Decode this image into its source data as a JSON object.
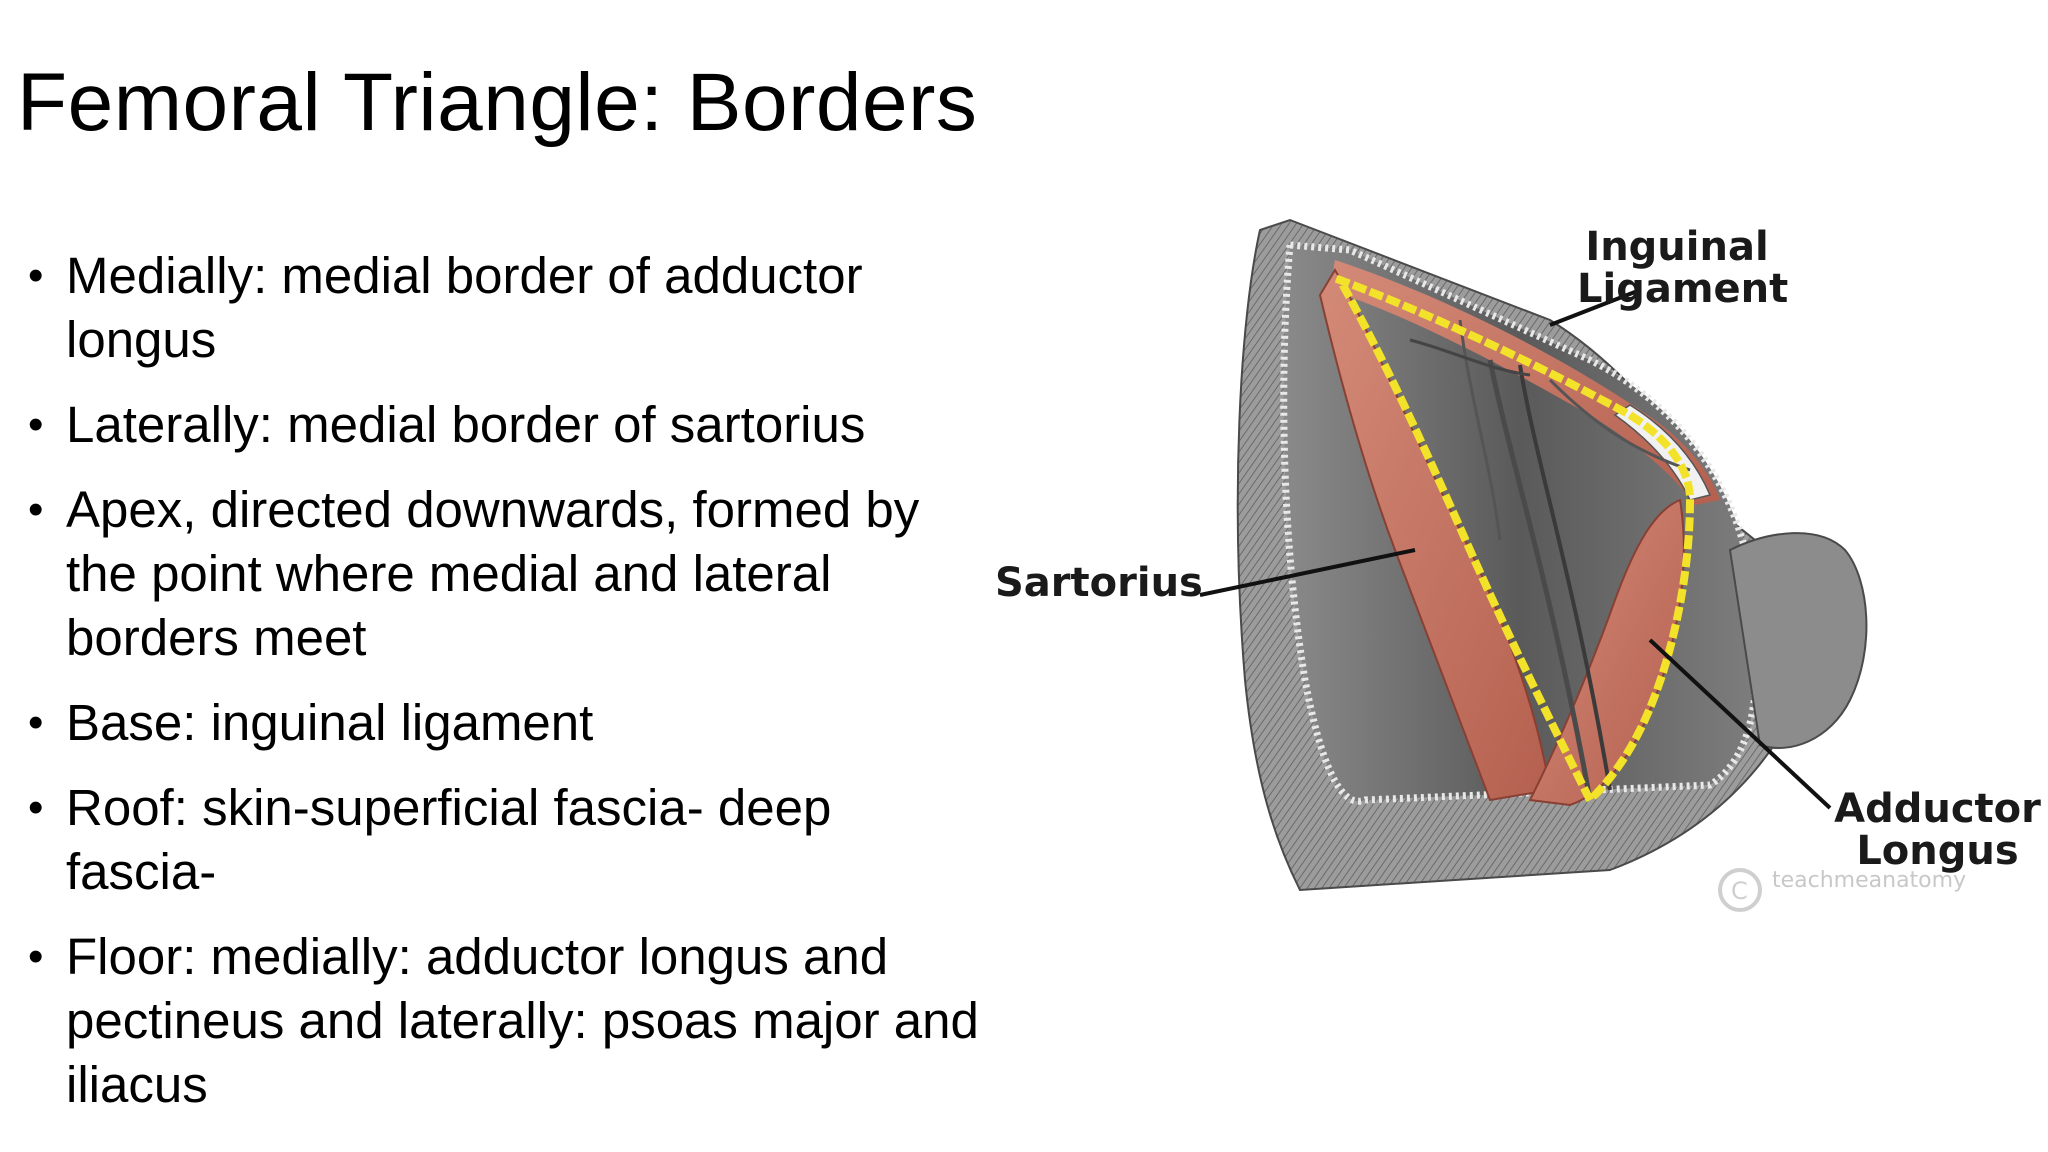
{
  "slide": {
    "title": "Femoral Triangle: Borders",
    "bullets": [
      "Medially: medial border of adductor longus",
      "Laterally: medial border of sartorius",
      "Apex, directed downwards, formed by the point where medial and lateral borders meet",
      "Base: inguinal ligament",
      "Roof: skin-superficial fascia- deep fascia-",
      "Floor: medially: adductor longus and pectineus and laterally: psoas major and iliacus"
    ]
  },
  "figure": {
    "labels": {
      "inguinal": "Inguinal\nLigament",
      "sartorius": "Sartorius",
      "adductor": "Adductor\nLongus"
    },
    "watermark": "teachmeanatomy",
    "colors": {
      "muscle": "#c97a6a",
      "muscle_dark": "#a85548",
      "border_dots": "#f2e22a",
      "tissue": "#6d6d6d"
    }
  }
}
